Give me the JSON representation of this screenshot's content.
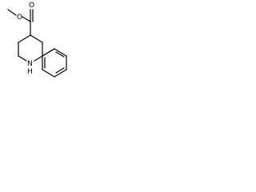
{
  "diagram": {
    "type": "chemical-structure",
    "atoms": {
      "carbonyl_oxygen": "O",
      "ester_oxygen": "O",
      "ring_nitrogen": "N",
      "ring_nitrogen_hydrogen": "H"
    }
  }
}
